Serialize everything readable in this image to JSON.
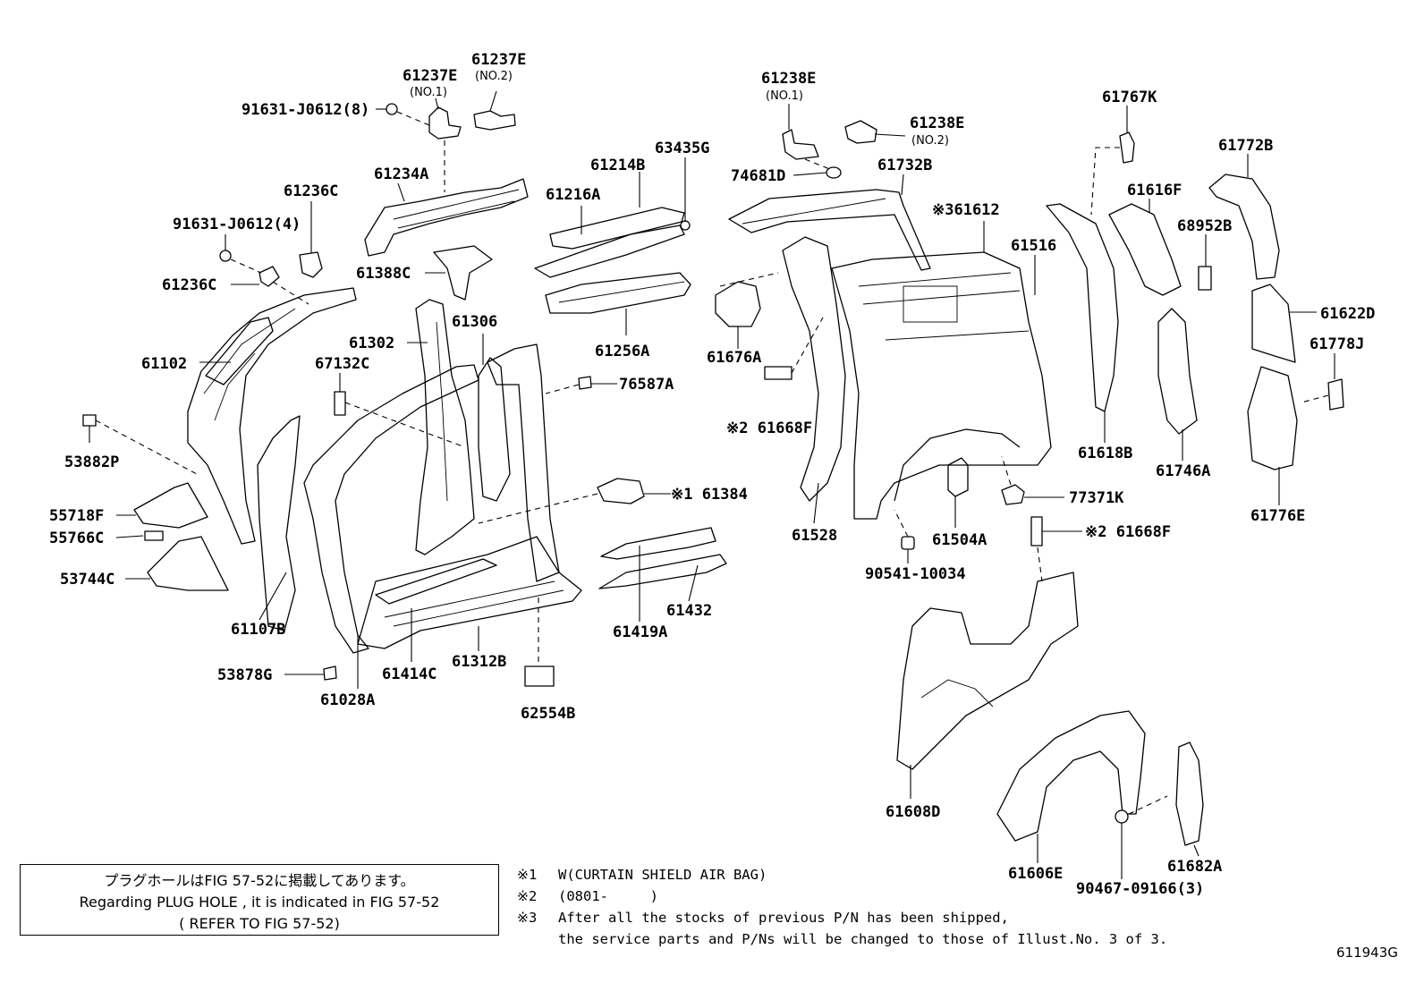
{
  "parts": [
    {
      "id": "61237E_no2",
      "text": "61237E",
      "sub": "(NO.2)"
    },
    {
      "id": "61237E_no1",
      "text": "61237E",
      "sub": "(NO.1)"
    },
    {
      "id": "91631_8",
      "text": "91631-J0612(8)"
    },
    {
      "id": "61234A",
      "text": "61234A"
    },
    {
      "id": "61236C_top",
      "text": "61236C"
    },
    {
      "id": "91631_4",
      "text": "91631-J0612(4)"
    },
    {
      "id": "61236C_low",
      "text": "61236C"
    },
    {
      "id": "61102",
      "text": "61102"
    },
    {
      "id": "61388C",
      "text": "61388C"
    },
    {
      "id": "61302",
      "text": "61302"
    },
    {
      "id": "61306",
      "text": "61306"
    },
    {
      "id": "67132C",
      "text": "67132C"
    },
    {
      "id": "53882P",
      "text": "53882P"
    },
    {
      "id": "55718F",
      "text": "55718F"
    },
    {
      "id": "55766C",
      "text": "55766C"
    },
    {
      "id": "53744C",
      "text": "53744C"
    },
    {
      "id": "61107B",
      "text": "61107B"
    },
    {
      "id": "53878G",
      "text": "53878G"
    },
    {
      "id": "61028A",
      "text": "61028A"
    },
    {
      "id": "61414C",
      "text": "61414C"
    },
    {
      "id": "61312B",
      "text": "61312B"
    },
    {
      "id": "62554B",
      "text": "62554B"
    },
    {
      "id": "61214B",
      "text": "61214B"
    },
    {
      "id": "61216A",
      "text": "61216A"
    },
    {
      "id": "63435G",
      "text": "63435G"
    },
    {
      "id": "61256A",
      "text": "61256A"
    },
    {
      "id": "76587A",
      "text": "76587A"
    },
    {
      "id": "61384",
      "text": "※1 61384"
    },
    {
      "id": "61419A",
      "text": "61419A"
    },
    {
      "id": "61432",
      "text": "61432"
    },
    {
      "id": "61238E_no1",
      "text": "61238E",
      "sub": "(NO.1)"
    },
    {
      "id": "61238E_no2",
      "text": "61238E",
      "sub": "(NO.2)"
    },
    {
      "id": "74681D",
      "text": "74681D"
    },
    {
      "id": "61732B",
      "text": "61732B"
    },
    {
      "id": "61612",
      "text": "※361612"
    },
    {
      "id": "61676A",
      "text": "61676A"
    },
    {
      "id": "61668F_a",
      "text": "※2 61668F"
    },
    {
      "id": "61528",
      "text": "61528"
    },
    {
      "id": "61504A",
      "text": "61504A"
    },
    {
      "id": "90541",
      "text": "90541-10034"
    },
    {
      "id": "61516",
      "text": "61516"
    },
    {
      "id": "77371K",
      "text": "77371K"
    },
    {
      "id": "61668F_b",
      "text": "※2 61668F"
    },
    {
      "id": "61767K",
      "text": "61767K"
    },
    {
      "id": "61616F",
      "text": "61616F"
    },
    {
      "id": "61772B",
      "text": "61772B"
    },
    {
      "id": "68952B",
      "text": "68952B"
    },
    {
      "id": "61622D",
      "text": "61622D"
    },
    {
      "id": "61778J",
      "text": "61778J"
    },
    {
      "id": "61618B",
      "text": "61618B"
    },
    {
      "id": "61746A",
      "text": "61746A"
    },
    {
      "id": "61776E",
      "text": "61776E"
    },
    {
      "id": "61608D",
      "text": "61608D"
    },
    {
      "id": "61606E",
      "text": "61606E"
    },
    {
      "id": "90467",
      "text": "90467-09166(3)"
    },
    {
      "id": "61682A",
      "text": "61682A"
    }
  ],
  "note": {
    "line1": "プラグホールはFIG 57-52に掲載してあります。",
    "line2": "Regarding PLUG HOLE , it is indicated in FIG 57-52",
    "line3": "( REFER TO FIG 57-52)"
  },
  "footnotes": {
    "n1_mark": "※1",
    "n1_text": "W(CURTAIN SHIELD AIR BAG)",
    "n2_mark": "※2",
    "n2_text": "(0801-     )",
    "n3_mark": "※3",
    "n3_text": "After all the stocks of previous P/N has been shipped,",
    "n3_text2": "the service parts and P/Ns will be changed to those of Illust.No. 3 of 3."
  },
  "figure_id": "611943G"
}
